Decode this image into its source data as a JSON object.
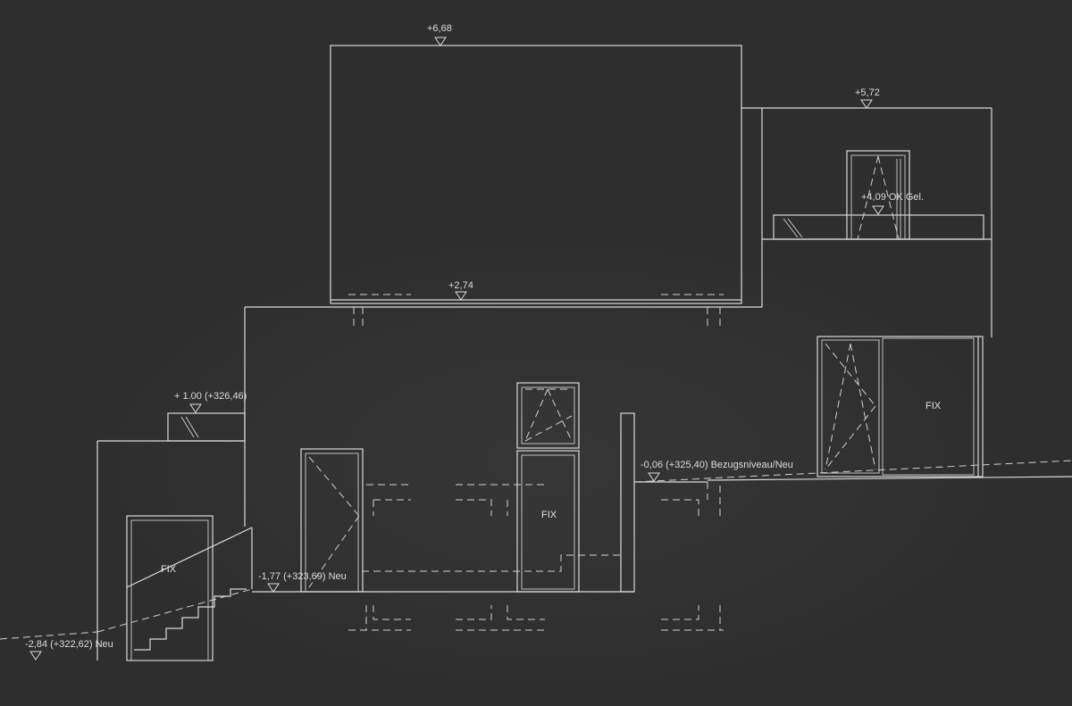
{
  "elevation_labels": {
    "top_roof": "+6,68",
    "right_roof": "+5,72",
    "railing_top": "+4,09 OK Gel.",
    "mid_floor": "+2,74",
    "left_terrace": "+ 1.00 (+326,46)",
    "reference": "-0,06 (+325,40) Bezugsniveau/Neu",
    "lower_entry": "-1,77 (+323,69) Neu",
    "ground_left": "-2,84 (+322,62) Neu"
  },
  "window_labels": {
    "fix_left": "FIX",
    "fix_center": "FIX",
    "fix_right": "FIX"
  },
  "colors": {
    "background": "#2e2e2e",
    "line": "#d9d9d9"
  }
}
